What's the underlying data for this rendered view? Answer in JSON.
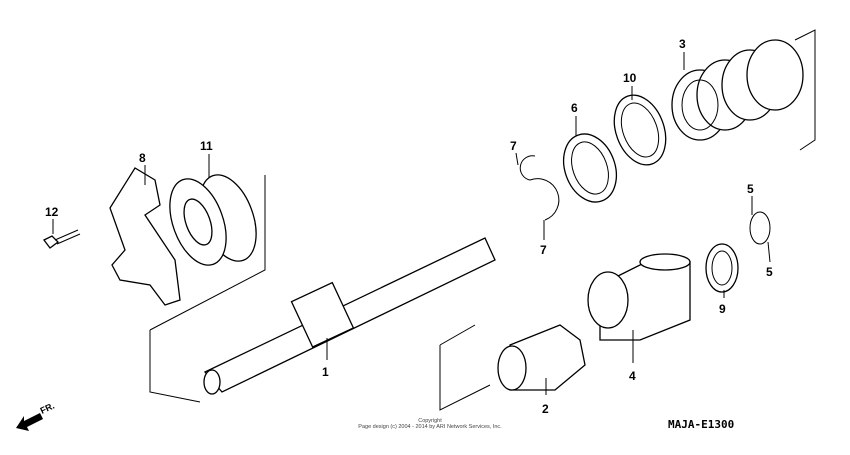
{
  "diagram_code": "MAJA-E1300",
  "front_indicator": "FR.",
  "copyright": {
    "line1": "Copyright",
    "line2": "Page design (c) 2004 - 2014 by ARI Network Services, Inc."
  },
  "callouts": [
    "1",
    "2",
    "3",
    "4",
    "5",
    "5",
    "6",
    "7",
    "7",
    "8",
    "9",
    "10",
    "11",
    "12"
  ]
}
